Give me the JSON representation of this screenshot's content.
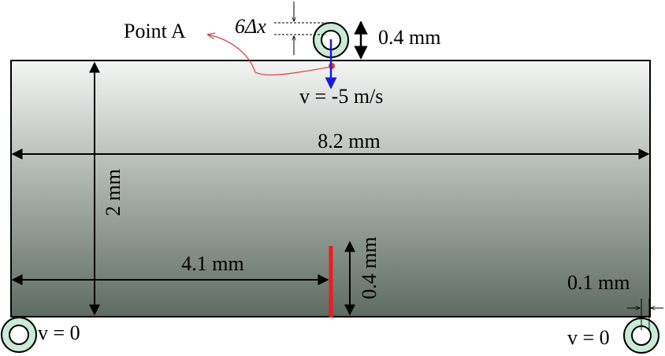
{
  "labels": {
    "point_a": "Point A",
    "grid_spacing": "6Δx",
    "roller_diameter": "0.4 mm",
    "velocity": "v = -5 m/s",
    "beam_length": "8.2 mm",
    "beam_height": "2 mm",
    "notch_offset": "4.1 mm",
    "notch_depth": "0.4 mm",
    "support_offset": "0.1 mm",
    "left_support_velocity": "v = 0",
    "right_support_velocity": "v = 0"
  },
  "colors": {
    "beam_top": "#f4f5f4",
    "beam_bottom": "#5e6b63",
    "roller_fill": "#c9ebd6",
    "notch": "#ee1c1c",
    "velocity_arrow": "#1a1adc",
    "pointer": "#e03a3a"
  }
}
